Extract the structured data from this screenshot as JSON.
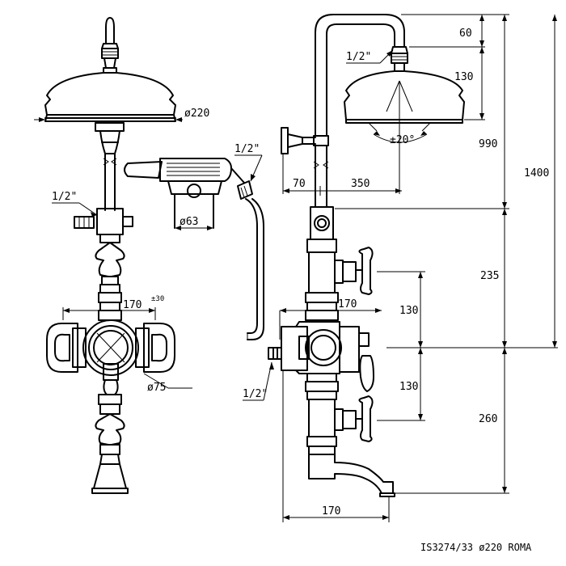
{
  "product_code": "IS3274/33 ø220 ROMA",
  "front_view": {
    "head_diameter": "ø220",
    "thread_left": "1/2\"",
    "thread_hand": "1/2\"",
    "holder_diameter": "ø63",
    "mixer_width": "170",
    "mixer_tolerance": "±30",
    "handle_diameter": "ø75"
  },
  "side_view": {
    "dim_top": "60",
    "thread_head": "1/2\"",
    "dim_head": "130",
    "spray_angle": "±20°",
    "dim_990": "990",
    "dim_1400": "1400",
    "dim_wall": "70",
    "dim_arm": "350",
    "dim_235": "235",
    "dim_mixer_depth": "170",
    "dim_upper_valve": "130",
    "dim_lower_valve": "130",
    "thread_inlet": "1/2\"",
    "dim_260": "260",
    "dim_spout": "170"
  }
}
